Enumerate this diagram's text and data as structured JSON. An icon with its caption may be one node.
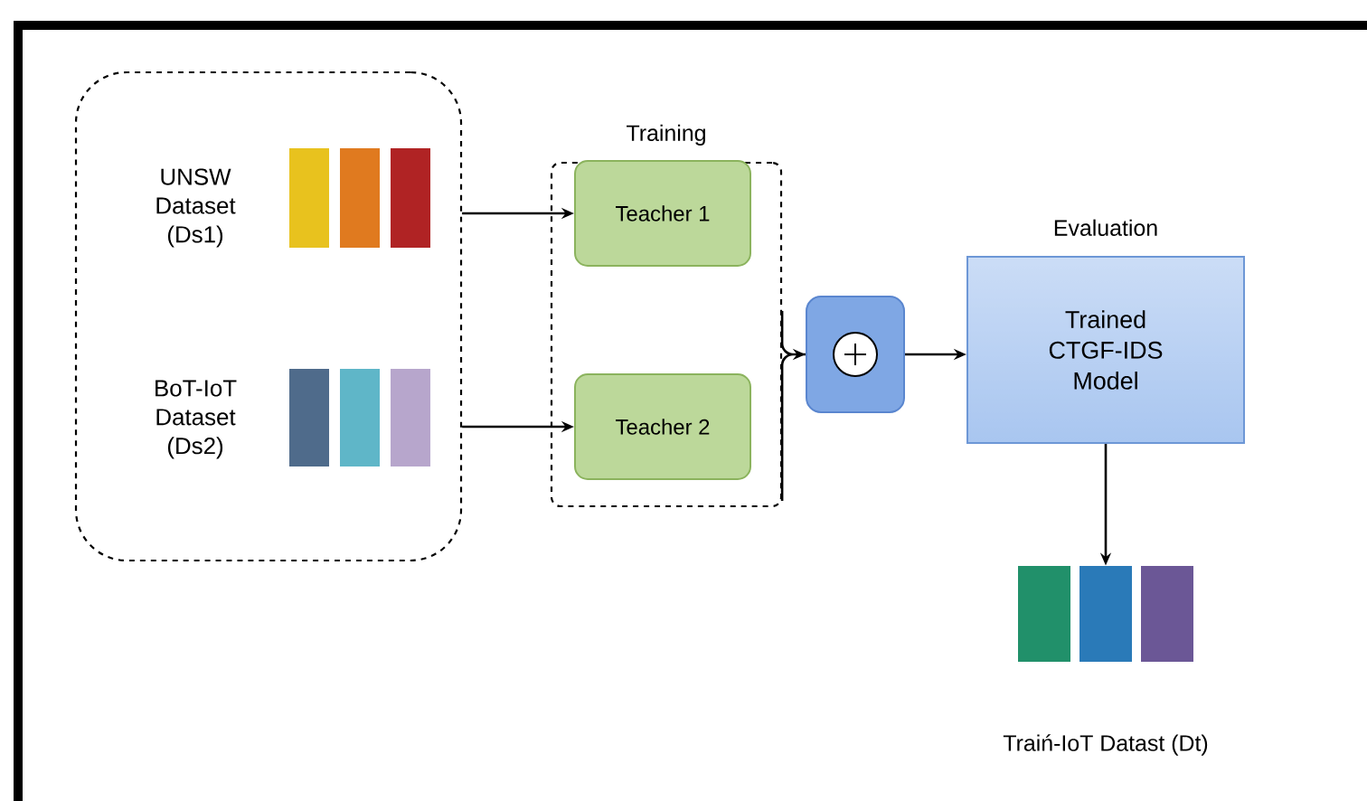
{
  "diagram": {
    "nodes": [
      {
        "text": [],
        "shape": "box"
      },
      {
        "text": [
          "UNSW Dataset (Ds1)"
        ],
        "in": 0
      },
      {
        "text": [
          "BoT-IoT Dataset (Ds2)"
        ],
        "in": 0
      },
      {
        "text": [
          "Training"
        ]
      },
      {
        "text": [
          "Teacher 1"
        ],
        "in": 3
      },
      {
        "text": [
          "Teacher 2"
        ],
        "in": 3
      },
      {
        "text": [],
        "shape": "box"
      },
      {
        "text": [
          "Evaluation",
          "Trained CTGF-IDS Model"
        ]
      },
      {
        "text": [],
        "shape": "bar",
        "beside": [
          "Traiń-IoT Datast (Dt)"
        ]
      }
    ],
    "edges": [
      {
        "from": 0,
        "to": 4,
        "arrow": "to"
      },
      {
        "from": 0,
        "to": 5,
        "arrow": "to"
      },
      {
        "from": 3,
        "to": 6,
        "arrow": "to"
      },
      {
        "from": 6,
        "to": 7,
        "arrow": "to"
      },
      {
        "from": 7,
        "to": 8,
        "arrow": "to"
      }
    ]
  }
}
